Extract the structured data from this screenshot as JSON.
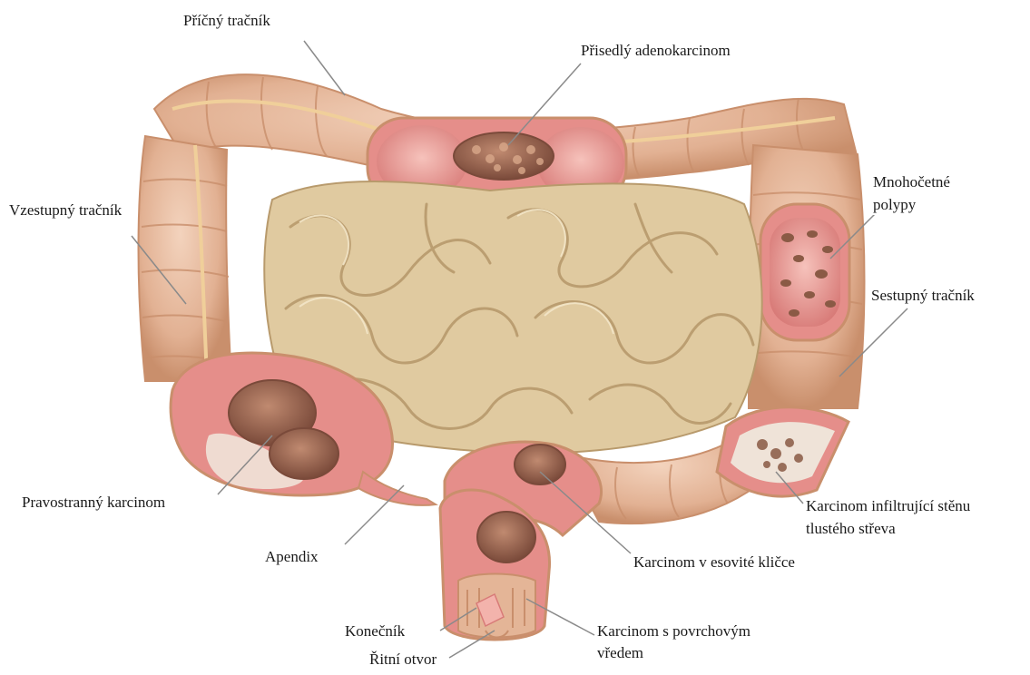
{
  "labels": {
    "transverse": "Příčný tračník",
    "sessile": "Přisedlý adenokarcinom",
    "ascending": "Vzestupný tračník",
    "polyps_1": "Mnohočetné",
    "polyps_2": "polypy",
    "descending": "Sestupný tračník",
    "right_carcinoma": "Pravostranný karcinom",
    "appendix": "Apendix",
    "infiltrating_1": "Karcinom infiltrující stěnu",
    "infiltrating_2": "tlustého střeva",
    "sigmoid": "Karcinom v esovité kličce",
    "rectum": "Konečník",
    "ulcer_1": "Karcinom s povrchovým",
    "ulcer_2": "vředem",
    "anus": "Řitní otvor"
  },
  "colors": {
    "colon": "#e4b597",
    "colon_dark": "#c98f6c",
    "colon_light": "#f1cfb6",
    "small_intestine": "#e0caa0",
    "small_intestine_line": "#b89a6c",
    "mucosa": "#e58e8a",
    "mucosa_light": "#f3b3ac",
    "tumor": "#a06a55",
    "tumor_dark": "#7a4a3a",
    "vessel": "#f0cf9a",
    "leader": "#8a8a8a"
  }
}
